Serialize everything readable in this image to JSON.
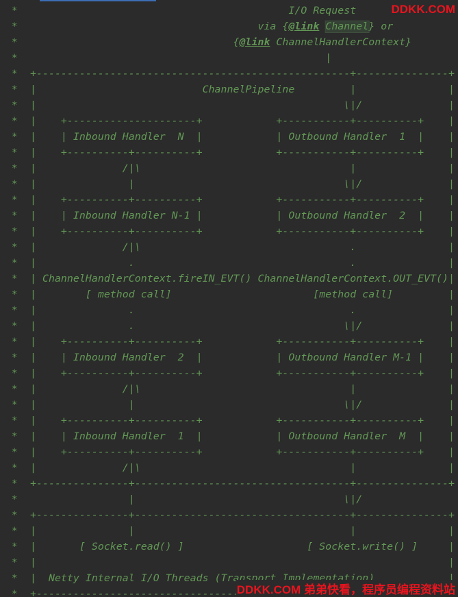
{
  "editor": {
    "gutter_mark": "*",
    "link_tag": "@link",
    "lines": [
      {
        "pre": "                                          I/O Request"
      },
      {
        "pre": "                                     via {",
        "tag": "@link",
        "code": "Channel",
        "post": "} or"
      },
      {
        "pre": "                                 {",
        "tag": "@link",
        "post": " ChannelHandlerContext}"
      },
      {
        "pre": "                                                |"
      },
      {
        "pre": "+---------------------------------------------------+---------------+"
      },
      {
        "pre": "|                           ChannelPipeline         |               |"
      },
      {
        "pre": "|                                                  \\|/              |"
      },
      {
        "pre": "|    +---------------------+            +-----------+----------+    |"
      },
      {
        "pre": "|    | Inbound Handler  N  |            | Outbound Handler  1  |    |"
      },
      {
        "pre": "|    +----------+----------+            +-----------+----------+    |"
      },
      {
        "pre": "|              /|\\                                  |               |"
      },
      {
        "pre": "|               |                                  \\|/              |"
      },
      {
        "pre": "|    +----------+----------+            +-----------+----------+    |"
      },
      {
        "pre": "|    | Inbound Handler N-1 |            | Outbound Handler  2  |    |"
      },
      {
        "pre": "|    +----------+----------+            +-----------+----------+    |"
      },
      {
        "pre": "|              /|\\                                  .               |"
      },
      {
        "pre": "|               .                                   .               |"
      },
      {
        "pre": "| ChannelHandlerContext.fireIN_EVT() ChannelHandlerContext.OUT_EVT()|"
      },
      {
        "pre": "|        [ method call]                       [method call]         |"
      },
      {
        "pre": "|               .                                   .               |"
      },
      {
        "pre": "|               .                                  \\|/              |"
      },
      {
        "pre": "|    +----------+----------+            +-----------+----------+    |"
      },
      {
        "pre": "|    | Inbound Handler  2  |            | Outbound Handler M-1 |    |"
      },
      {
        "pre": "|    +----------+----------+            +-----------+----------+    |"
      },
      {
        "pre": "|              /|\\                                  |               |"
      },
      {
        "pre": "|               |                                  \\|/              |"
      },
      {
        "pre": "|    +----------+----------+            +-----------+----------+    |"
      },
      {
        "pre": "|    | Inbound Handler  1  |            | Outbound Handler  M  |    |"
      },
      {
        "pre": "|    +----------+----------+            +-----------+----------+    |"
      },
      {
        "pre": "|              /|\\                                  |               |"
      },
      {
        "pre": "+---------------+-----------------------------------+---------------+"
      },
      {
        "pre": "                |                                  \\|/"
      },
      {
        "pre": "+---------------+-----------------------------------+---------------+"
      },
      {
        "pre": "|               |                                   |               |"
      },
      {
        "pre": "|       [ Socket.read() ]                    [ Socket.write() ]     |"
      },
      {
        "pre": "|                                                                   |"
      },
      {
        "pre": "|  Netty Internal I/O Threads (Transport Implementation)            |"
      },
      {
        "pre": "+-------------------------------------------------------------------+"
      }
    ]
  },
  "watermarks": {
    "top": "DDKK.COM",
    "bottom": "DDKK.COM 弟弟快看，程序员编程资料站"
  }
}
